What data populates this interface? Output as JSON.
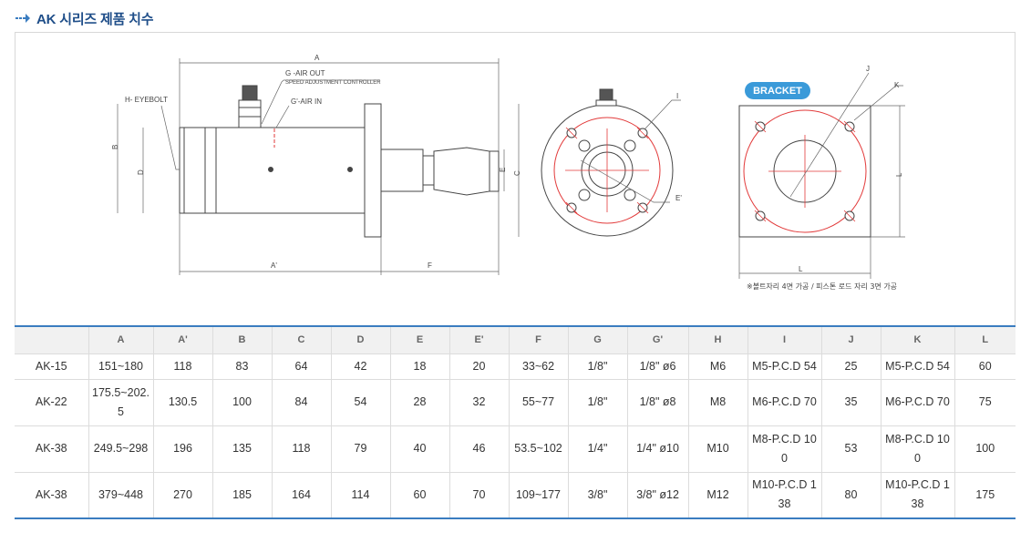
{
  "heading": {
    "title": "AK 시리즈 제품 치수",
    "icon": "arrow-bullet-icon",
    "color": "#1f4e89"
  },
  "drawing": {
    "labels": {
      "A": "A",
      "A_prime": "A'",
      "B": "B",
      "C": "C",
      "D": "D",
      "E": "E",
      "E_prime": "E'",
      "F": "F",
      "G_out": "G -AIR OUT",
      "speed": "SPEED ADJUSTMENT CONTROLLER",
      "G_in": "G'-AIR IN",
      "H": "H- EYEBOLT",
      "I": "I",
      "J": "J",
      "K": "K",
      "L_h": "L",
      "L_v": "L"
    },
    "bracket_badge": "BRACKET",
    "note": "※볼트자리 4면 가공 / 피스톤 로드 자리 3면 가공",
    "accent_color": "#3a7cc0",
    "line_color": "#e23a3a"
  },
  "table": {
    "headers": [
      "",
      "A",
      "A'",
      "B",
      "C",
      "D",
      "E",
      "E'",
      "F",
      "G",
      "G'",
      "H",
      "I",
      "J",
      "K",
      "L"
    ],
    "rows": [
      [
        "AK-15",
        "151~180",
        "118",
        "83",
        "64",
        "42",
        "18",
        "20",
        "33~62",
        "1/8\"",
        "1/8\" ø6",
        "M6",
        "M5-P.C.D 54",
        "25",
        "M5-P.C.D 54",
        "60"
      ],
      [
        "AK-22",
        "175.5~202.5",
        "130.5",
        "100",
        "84",
        "54",
        "28",
        "32",
        "55~77",
        "1/8\"",
        "1/8\" ø8",
        "M8",
        "M6-P.C.D 70",
        "35",
        "M6-P.C.D 70",
        "75"
      ],
      [
        "AK-38",
        "249.5~298",
        "196",
        "135",
        "118",
        "79",
        "40",
        "46",
        "53.5~102",
        "1/4\"",
        "1/4\" ø10",
        "M10",
        "M8-P.C.D 100",
        "53",
        "M8-P.C.D 100",
        "100"
      ],
      [
        "AK-38",
        "379~448",
        "270",
        "185",
        "164",
        "114",
        "60",
        "70",
        "109~177",
        "3/8\"",
        "3/8\" ø12",
        "M12",
        "M10-P.C.D 138",
        "80",
        "M10-P.C.D 138",
        "175"
      ]
    ]
  }
}
